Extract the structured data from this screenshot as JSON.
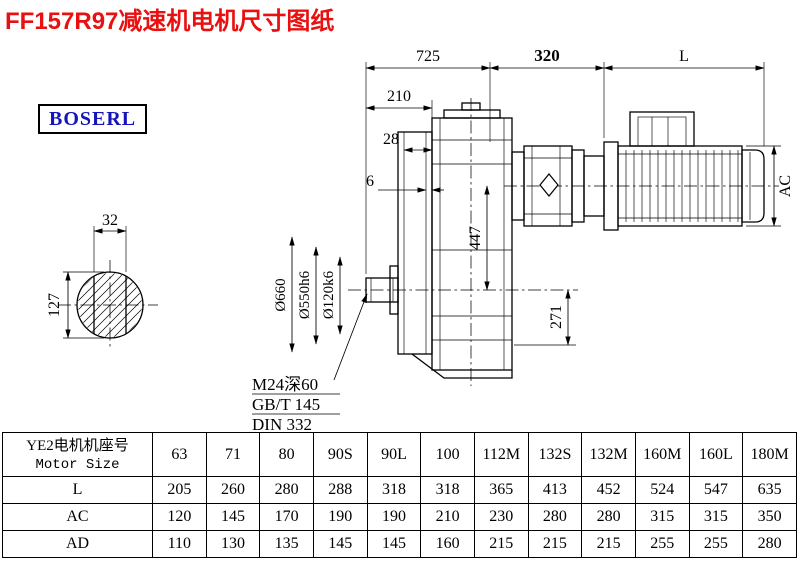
{
  "title": "FF157R97减速机电机尺寸图纸",
  "brand": "BOSERL",
  "drawing": {
    "dim_725": "725",
    "dim_320": "320",
    "dim_L": "L",
    "dim_210": "210",
    "dim_28": "28",
    "dim_6": "6",
    "dim_AC": "AC",
    "dim_447": "447",
    "dim_271": "271",
    "dim_32": "32",
    "dim_127": "127",
    "dia_flange": "Ø660",
    "dia_spigot": "Ø550h6",
    "dia_shaft": "Ø120k6",
    "note_thread": "M24深60",
    "note_gbt": "GB/T 145",
    "note_din": "DIN 332"
  },
  "table": {
    "row_header_cn": "YE2电机机座号",
    "row_header_en": "Motor Size",
    "sizes": [
      "63",
      "71",
      "80",
      "90S",
      "90L",
      "100",
      "112M",
      "132S",
      "132M",
      "160M",
      "160L",
      "180M"
    ],
    "rows": [
      {
        "label": "L",
        "values": [
          "205",
          "260",
          "280",
          "288",
          "318",
          "318",
          "365",
          "413",
          "452",
          "524",
          "547",
          "635"
        ]
      },
      {
        "label": "AC",
        "values": [
          "120",
          "145",
          "170",
          "190",
          "190",
          "210",
          "230",
          "280",
          "280",
          "315",
          "315",
          "350"
        ]
      },
      {
        "label": "AD",
        "values": [
          "110",
          "130",
          "135",
          "145",
          "145",
          "160",
          "215",
          "215",
          "215",
          "255",
          "255",
          "280"
        ]
      }
    ]
  }
}
